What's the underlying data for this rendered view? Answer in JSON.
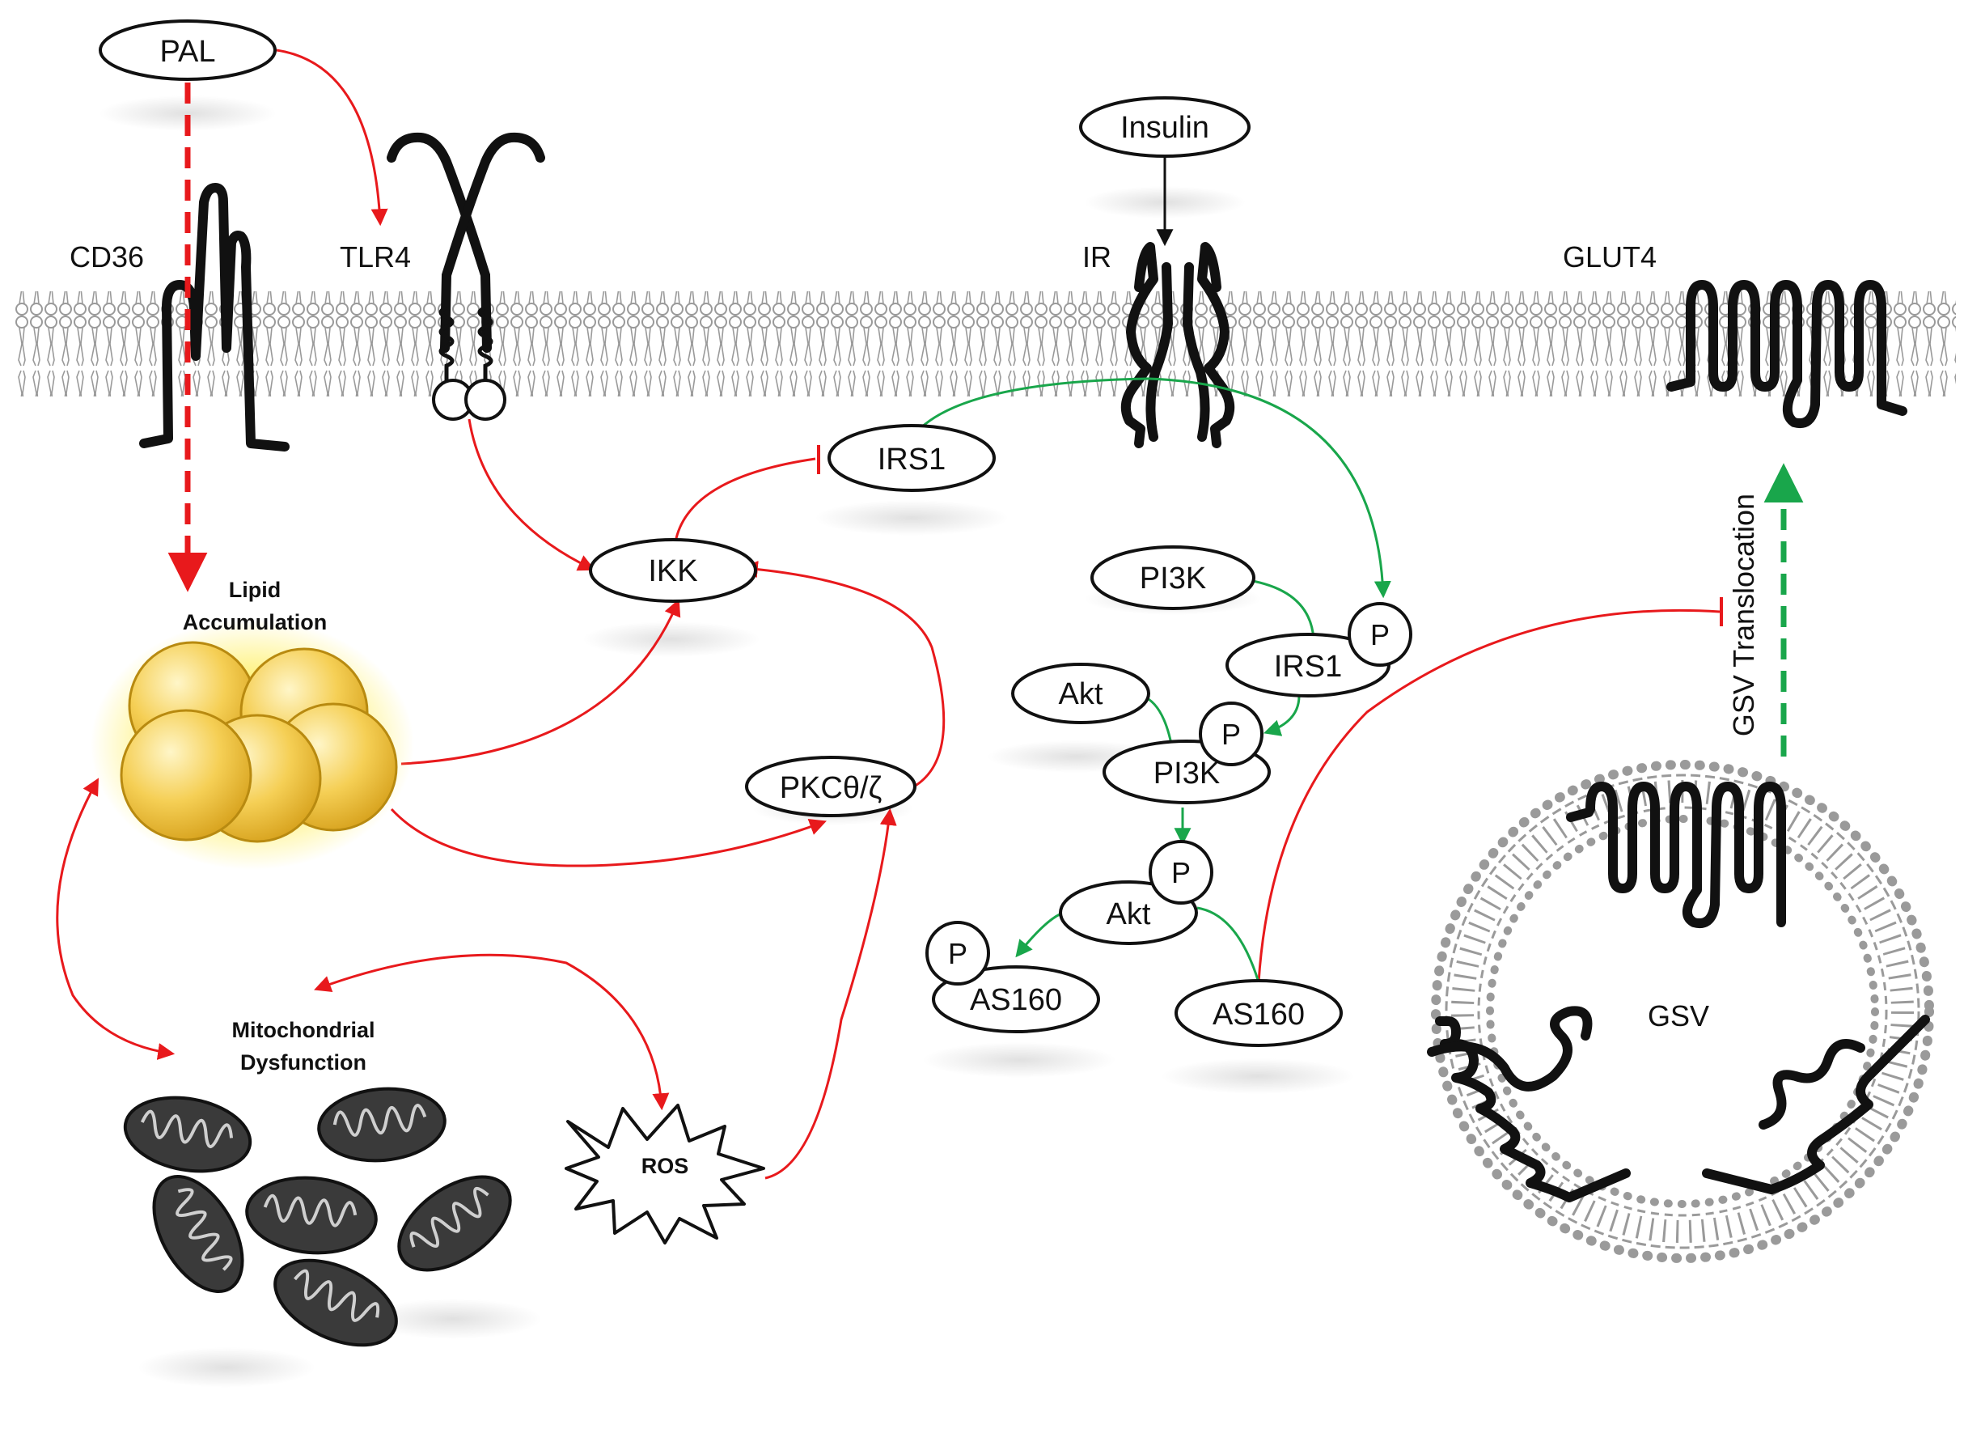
{
  "labels": {
    "pal": "PAL",
    "insulin": "Insulin",
    "cd36": "CD36",
    "tlr4": "TLR4",
    "ir": "IR",
    "glut4": "GLUT4",
    "irs1_inhibited": "IRS1",
    "ikk": "IKK",
    "pkc": "PKCθ/ζ",
    "pi3k_free": "PI3K",
    "irs1_phos": "IRS1",
    "akt_free": "Akt",
    "pi3k_phos": "PI3K",
    "akt_phos": "Akt",
    "as160_phos": "AS160",
    "as160_free": "AS160",
    "phospho": "P",
    "lipid_line1": "Lipid",
    "lipid_line2": "Accumulation",
    "mito_line1": "Mitochondrial",
    "mito_line2": "Dysfunction",
    "ros": "ROS",
    "gsv": "GSV",
    "gsv_translocation": "GSV Translocation"
  },
  "colors": {
    "activation": "#e8191c",
    "insulin_signal": "#19a64b",
    "membrane": "#9a9a9a",
    "protein": "#111111",
    "lipid_fill": "#f2c744",
    "mito_fill": "#3a3a3a"
  },
  "icons": {
    "receptors": [
      "cd36-receptor-icon",
      "tlr4-receptor-icon",
      "insulin-receptor-icon",
      "glut4-transporter-icon"
    ],
    "organelles": [
      "lipid-droplet-icon",
      "mitochondria-icon",
      "ros-burst-icon",
      "gsv-vesicle-icon"
    ]
  }
}
